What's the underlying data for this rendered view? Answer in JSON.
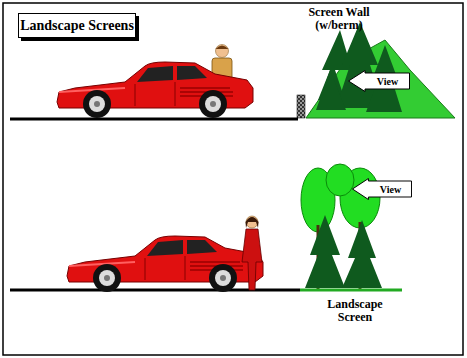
{
  "diagram": {
    "nodes": [
      {
        "text": [
          "Landscape Screens"
        ]
      },
      {
        "text": [
          "View"
        ]
      },
      {
        "text": [
          "View"
        ]
      }
    ],
    "labels": [
      "Screen Wall (w/berm)",
      "Landscape Screen"
    ]
  }
}
